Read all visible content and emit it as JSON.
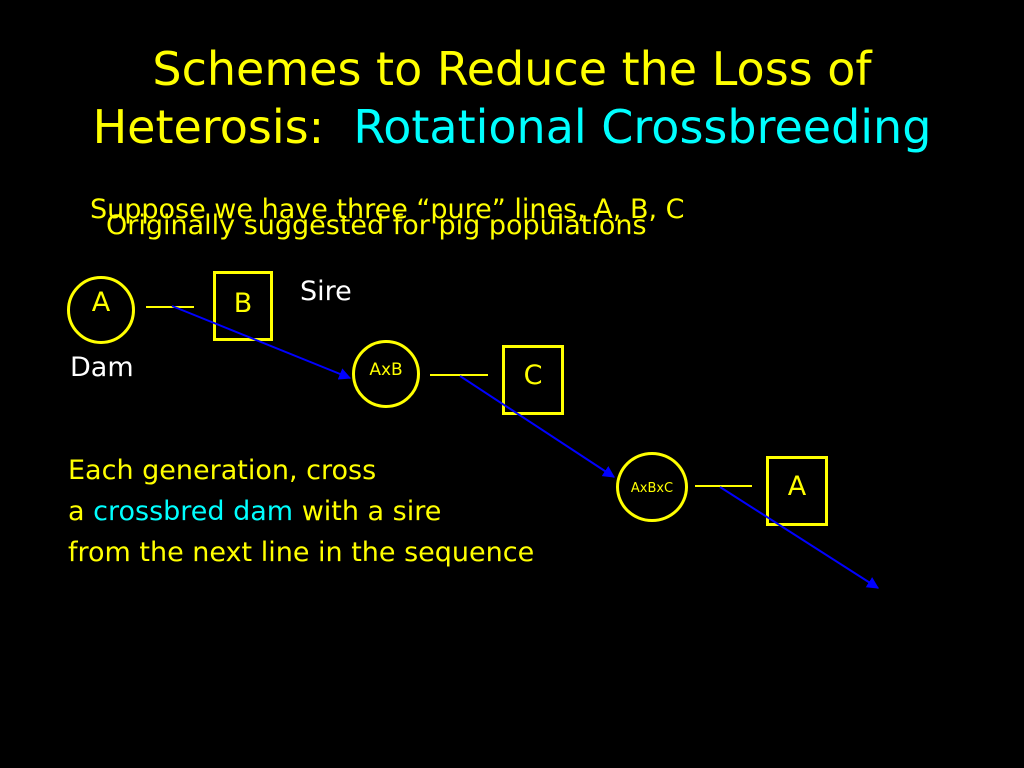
{
  "title": {
    "line1": "Schemes to Reduce the Loss of",
    "line2_prefix": "Heterosis:  ",
    "line2_accent": "Rotational Crossbreeding"
  },
  "bullets": {
    "overlap_1": "Suppose we have three “pure” lines, A, B, C",
    "overlap_2": "Originally suggested for pig populations"
  },
  "diagram": {
    "gen1_dam": "A",
    "gen1_sire": "B",
    "sire_label": "Sire",
    "dam_label": "Dam",
    "gen2_dam": "AxB",
    "gen2_sire": "C",
    "gen3_dam": "AxBxC",
    "gen3_sire": "A"
  },
  "note": {
    "line1": "Each generation, cross",
    "line2_prefix": "a ",
    "line2_accent": "crossbred dam",
    "line2_suffix": " with a sire",
    "line3": "from the next line in the sequence"
  },
  "colors": {
    "background": "#000000",
    "primary_text": "#ffff00",
    "accent_text": "#00ffff",
    "label_text": "#ffffff",
    "arrow": "#0000ff"
  }
}
